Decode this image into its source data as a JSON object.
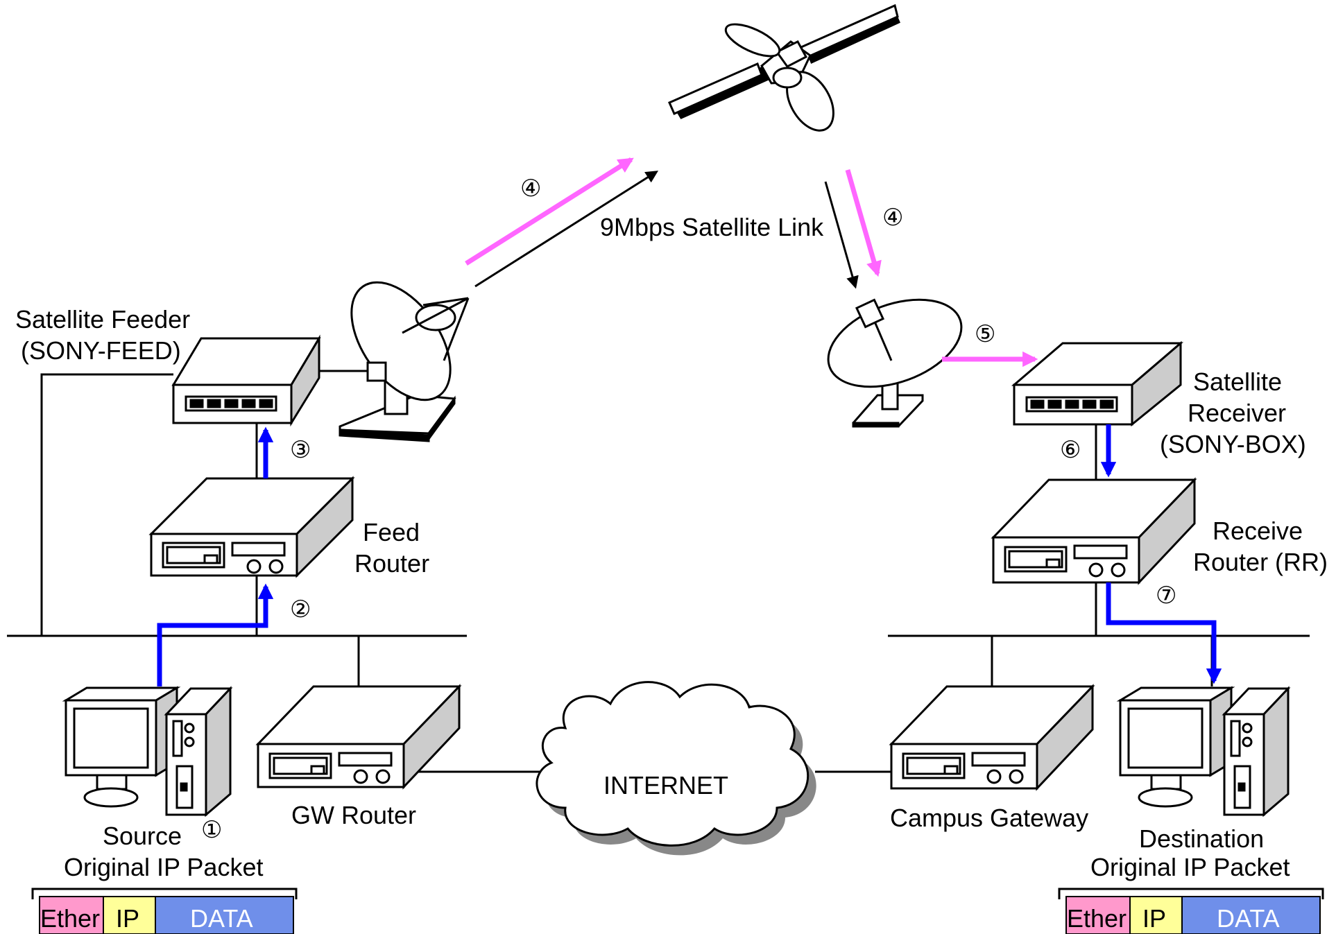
{
  "labels": {
    "satellite_link": "9Mbps Satellite Link",
    "feeder_line1": "Satellite Feeder",
    "feeder_line2": "(SONY-FEED)",
    "feed_router_line1": "Feed",
    "feed_router_line2": "Router",
    "receiver_line1": "Satellite",
    "receiver_line2": "Receiver",
    "receiver_line3": "(SONY-BOX)",
    "receive_router_line1": "Receive",
    "receive_router_line2": "Router (RR)",
    "gw_router": "GW Router",
    "internet": "INTERNET",
    "campus_gateway": "Campus Gateway",
    "source_line1": "Source",
    "source_line2": "Original IP Packet",
    "dest_line1": "Destination",
    "dest_line2": "Original IP Packet"
  },
  "steps": {
    "s1": "①",
    "s2": "②",
    "s3": "③",
    "s4a": "④",
    "s4b": "④",
    "s5": "⑤",
    "s6": "⑥",
    "s7": "⑦"
  },
  "packet": {
    "ether": "Ether",
    "ip": "IP",
    "data": "DATA"
  },
  "colors": {
    "ether": "#ff99cc",
    "ip": "#ffff99",
    "data": "#6f8fea",
    "data_text": "#ffffff",
    "flow": "#0000ff",
    "satellite_flow": "#ff66ff",
    "device": "#cccccc",
    "cloud_shadow": "#888888"
  }
}
